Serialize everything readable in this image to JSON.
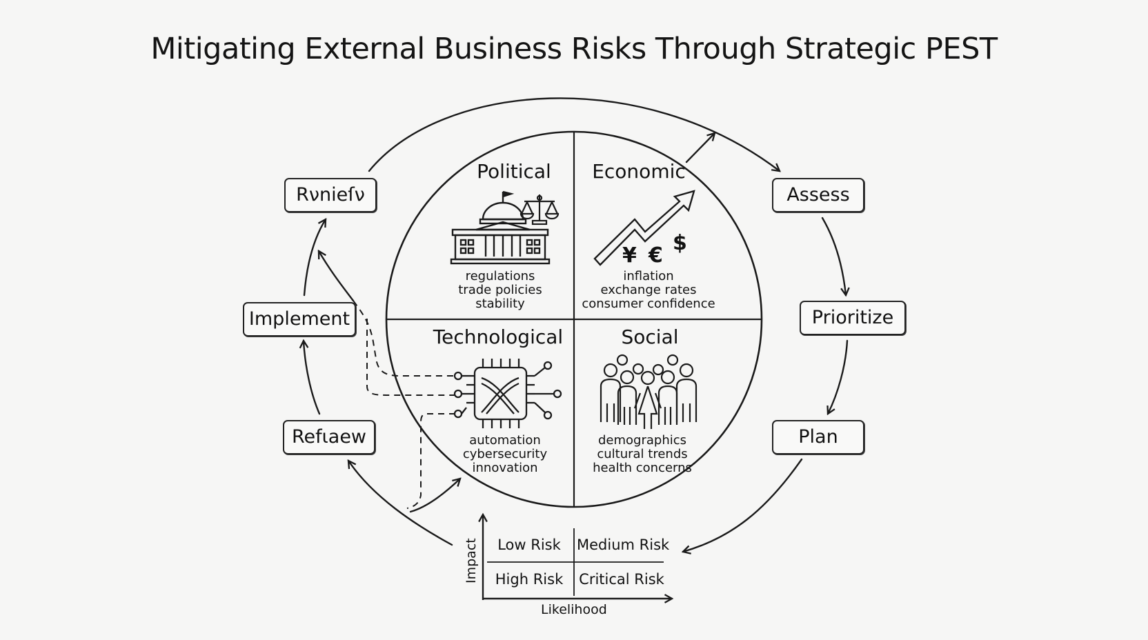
{
  "title": "Mitigating External Business Risks Through Strategic PEST",
  "pest_quadrants": [
    {
      "id": "political",
      "label": "Political",
      "icon": "capitol-building-and-scales-icon",
      "items": [
        "regulations",
        "trade policies",
        "stability"
      ]
    },
    {
      "id": "economic",
      "label": "Economic",
      "icon": "rising-trend-arrow-currency-icon",
      "currency_symbols": [
        "¥",
        "€",
        "$"
      ],
      "items": [
        "inflation",
        "exchange rates",
        "consumer confidence"
      ]
    },
    {
      "id": "technological",
      "label": "Technological",
      "icon": "microchip-circuit-icon",
      "items": [
        "automation",
        "cybersecurity",
        "innovation"
      ]
    },
    {
      "id": "social",
      "label": "Social",
      "icon": "group-of-people-icon",
      "items": [
        "demographics",
        "cultural trends",
        "health concerns"
      ]
    }
  ],
  "process_steps": [
    {
      "id": "assess",
      "label": "Assess"
    },
    {
      "id": "prioritize",
      "label": "Prioritize"
    },
    {
      "id": "plan",
      "label": "Plan"
    },
    {
      "id": "review-bottom",
      "label": "Refιaew"
    },
    {
      "id": "implement",
      "label": "Implement"
    },
    {
      "id": "review-top",
      "label": "Rνnieſν"
    }
  ],
  "risk_matrix": {
    "y_axis": "Impact",
    "x_axis": "Likelihood",
    "cells": [
      [
        "Low Risk",
        "Medium Risk"
      ],
      [
        "High Risk",
        "Critical Risk"
      ]
    ]
  },
  "colors": {
    "background": "#f6f6f5",
    "ink": "#1a1a1a"
  }
}
